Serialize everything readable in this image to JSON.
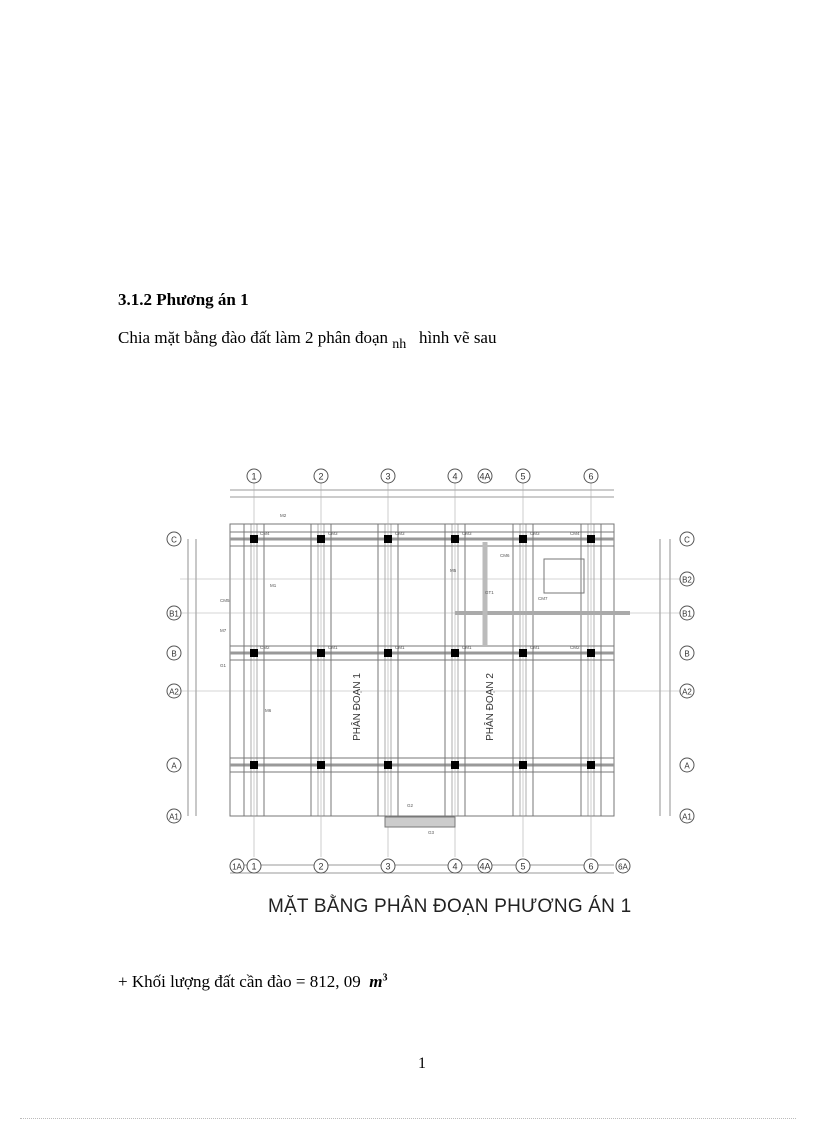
{
  "heading": "3.1.2 Phương án 1",
  "intro": {
    "text": "Chia mặt bằng đào đất làm 2 phân đoạn",
    "sub": "nh",
    "tail": "hình vẽ sau"
  },
  "drawing": {
    "columns": [
      "1",
      "2",
      "3",
      "4",
      "4A",
      "5",
      "6"
    ],
    "rows": [
      "C",
      "B2",
      "B1",
      "B",
      "A2",
      "A",
      "A1"
    ],
    "bottom_extra": [
      "1A",
      "6A"
    ],
    "segments": [
      "PHÂN ĐOẠN 1",
      "PHÂN ĐOẠN 2"
    ],
    "labels": [
      "CM4",
      "CM3",
      "CM3",
      "CM3",
      "CM3",
      "CM4",
      "CM2",
      "CM1",
      "CM1",
      "CM1",
      "CM1",
      "CM2",
      "M2",
      "M1",
      "CM5",
      "CM6",
      "M7",
      "G1",
      "G2",
      "G3",
      "CM7",
      "GT1",
      "M5",
      "M6"
    ],
    "caption": "MẶT BẰNG PHÂN ĐOẠN PHƯƠNG ÁN 1"
  },
  "result": {
    "text": "+ Khối lượng đất cần đào = 812, 09",
    "unit": "m",
    "exp": "3"
  },
  "page_number": "1"
}
